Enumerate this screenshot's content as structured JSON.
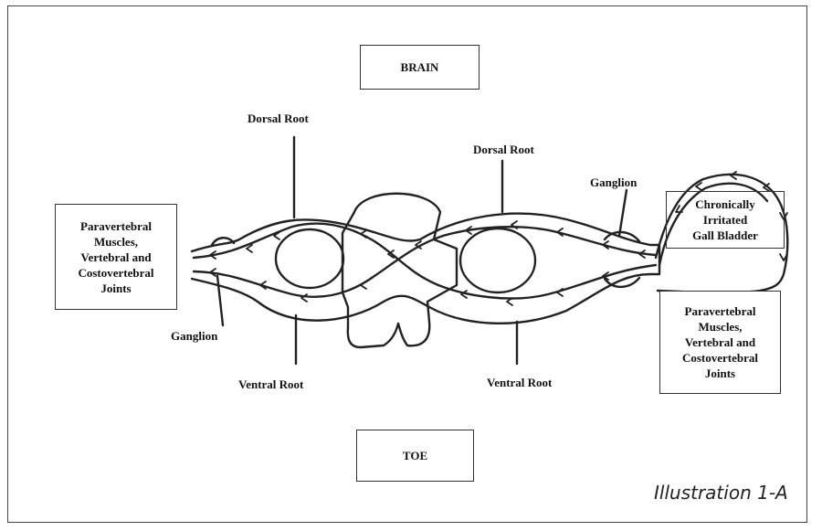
{
  "boxes": {
    "brain": "BRAIN",
    "toe": "TOE",
    "left_muscles": [
      "Paravertebral",
      "Muscles,",
      "Vertebral and",
      "Costovertebral",
      "Joints"
    ],
    "gall_bladder": [
      "Chronically",
      "Irritated",
      "Gall Bladder"
    ],
    "right_muscles": [
      "Paravertebral",
      "Muscles,",
      "Vertebral and",
      "Costovertebral",
      "Joints"
    ]
  },
  "labels": {
    "dorsal_root_left": "Dorsal Root",
    "dorsal_root_right": "Dorsal Root",
    "ventral_root_left": "Ventral Root",
    "ventral_root_right": "Ventral Root",
    "ganglion_left": "Ganglion",
    "ganglion_right": "Ganglion"
  },
  "caption": "Illustration 1-A",
  "colors": {
    "ink": "#222222",
    "border": "#444444"
  }
}
